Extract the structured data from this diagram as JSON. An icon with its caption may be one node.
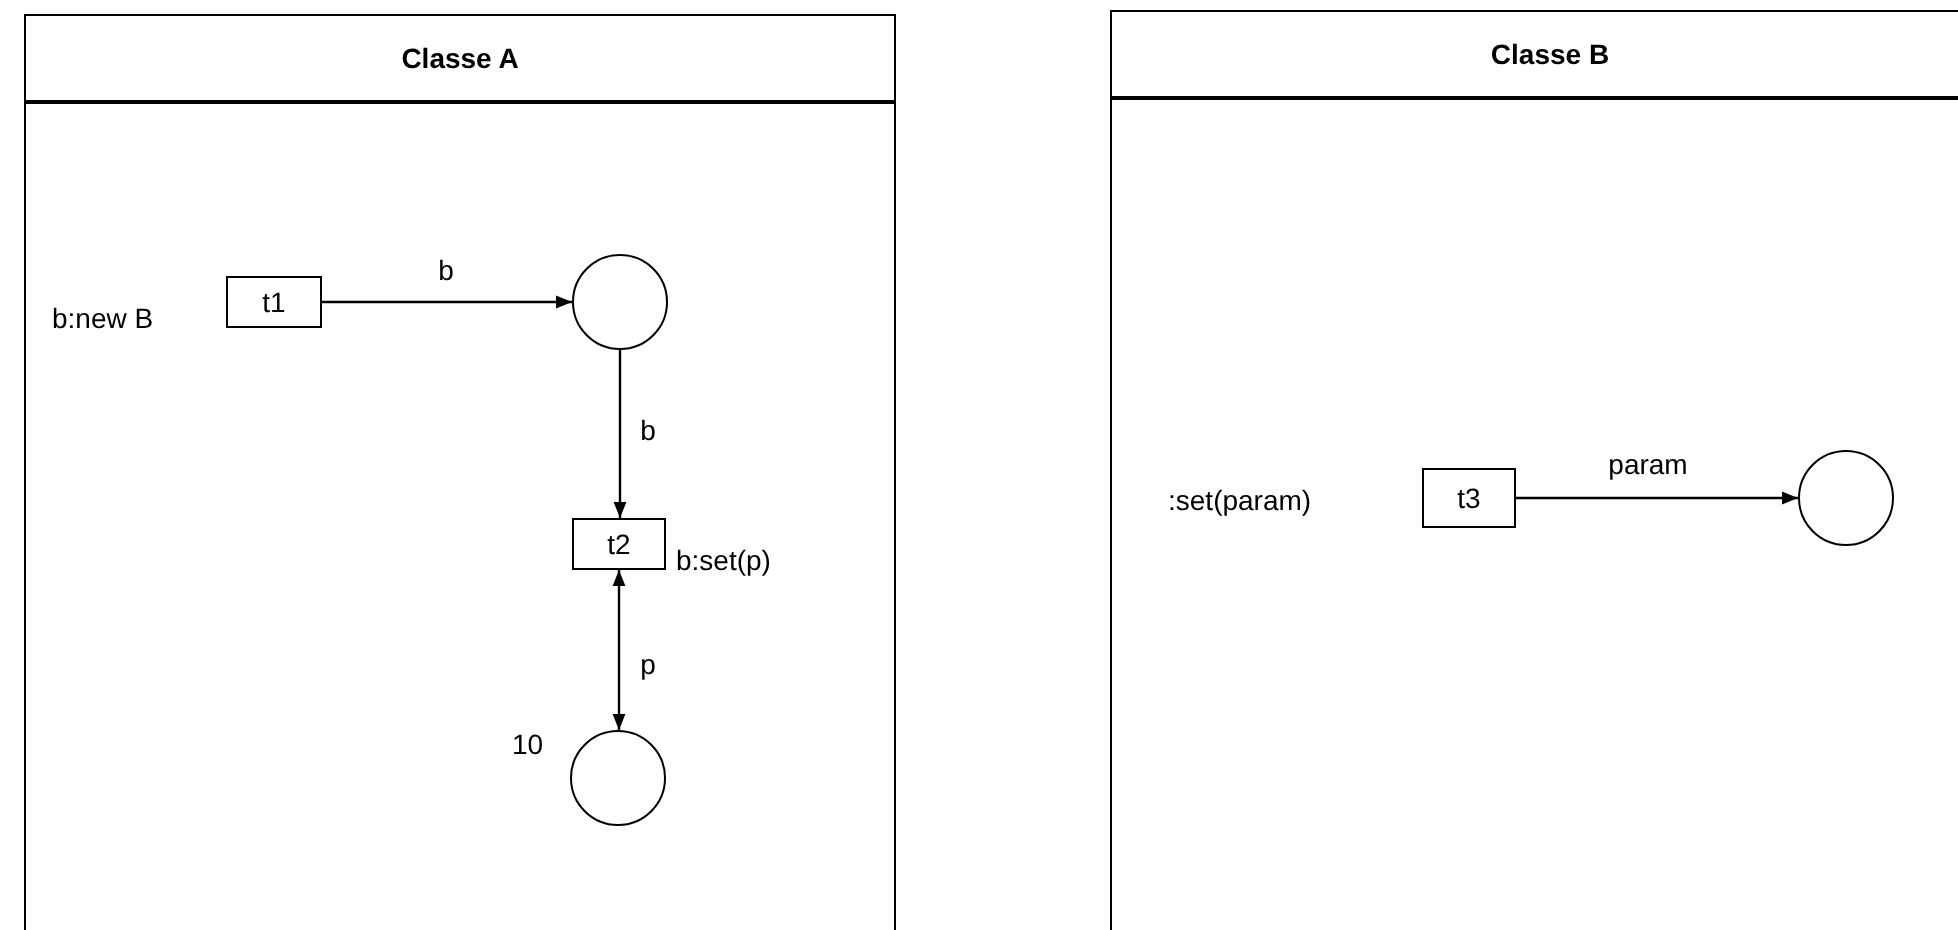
{
  "diagram": {
    "nodes": [
      {
        "text": [
          "Classe A"
        ]
      },
      {
        "text": [
          "t1"
        ],
        "beside": [
          "b:new B"
        ],
        "in": 0
      },
      {
        "text": [],
        "shape": "circle",
        "in": 0
      },
      {
        "text": [
          "t2"
        ],
        "beside": [
          "b:set(p)"
        ],
        "in": 0
      },
      {
        "text": [],
        "shape": "circle",
        "beside": [
          "10"
        ],
        "in": 0
      },
      {
        "text": [
          "Classe B"
        ]
      },
      {
        "text": [
          "t3"
        ],
        "beside": [
          ":set(param)"
        ],
        "in": 5
      },
      {
        "text": [],
        "shape": "circle",
        "in": 5
      }
    ],
    "edges": [
      {
        "from": 1,
        "to": 2,
        "label": "b",
        "arrow": "to"
      },
      {
        "from": 2,
        "to": 3,
        "label": "b",
        "arrow": "to"
      },
      {
        "from": 3,
        "to": 4,
        "label": "p",
        "arrow": "both"
      },
      {
        "from": 6,
        "to": 7,
        "label": "param",
        "arrow": "to"
      }
    ]
  }
}
